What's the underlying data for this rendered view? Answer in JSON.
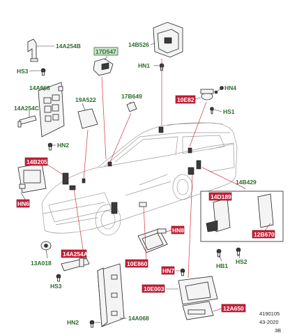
{
  "labels": {
    "l14A254B": "14A254B",
    "l14A068_top": "14A068",
    "l14A254C": "14A254C",
    "lHS3_top": "HS3",
    "lHN2_left": "HN2",
    "l17D547": "17D547",
    "l19A522": "19A522",
    "l17B649": "17B649",
    "l14B526": "14B526",
    "lHN1_top": "HN1",
    "l10E82_top": "10E82",
    "lHN4": "HN4",
    "lHS1": "HS1",
    "l14B205": "14B205",
    "lHN6": "HN6",
    "l14B429": "14B429",
    "l14D189": "14D189",
    "l12B670": "12B670",
    "lHB1": "HB1",
    "lHS2": "HS2",
    "l13A018": "13A018",
    "l14A254A": "14A254A",
    "lHS3_bot": "HS3",
    "l10E860": "10E860",
    "lHN8": "HN8",
    "lHN7": "HN7",
    "l10E003": "10E003",
    "l12A650": "12A650",
    "lHN2_bot": "HN2",
    "l14A068_bot": "14A068"
  },
  "footer": {
    "id": "4190105",
    "date": "43-2020",
    "rev": "3B"
  }
}
